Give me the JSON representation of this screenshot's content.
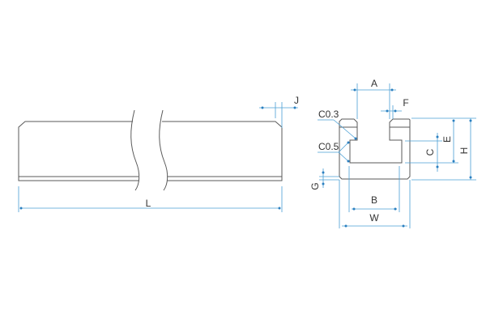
{
  "diagram": {
    "title": "Linear guide rail dimension drawing",
    "side_view": {
      "labels": {
        "length": "L",
        "chamfer_end": "J"
      }
    },
    "cross_section": {
      "labels": {
        "slot_width": "A",
        "lip_offset": "F",
        "chamfer_top": "C0.3",
        "chamfer_inner": "C0.5",
        "inner_height": "C",
        "slot_depth": "E",
        "height": "H",
        "bottom": "G",
        "inner_width": "B",
        "width": "W"
      }
    },
    "colors": {
      "outline": "#5a5a5a",
      "dimension": "#4a9fd4",
      "arrow": "#2a7fc0"
    }
  }
}
